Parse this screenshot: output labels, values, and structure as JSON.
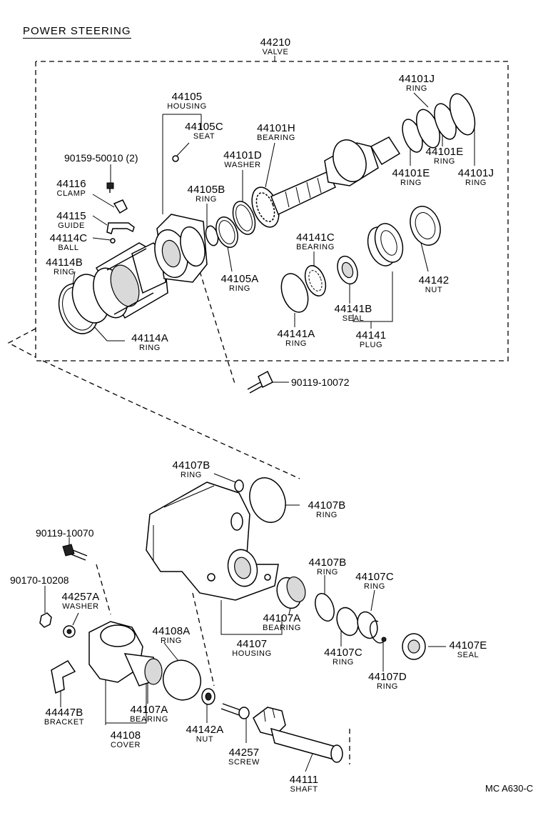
{
  "title": "POWER STEERING",
  "diagram_code": "MC  A630-C",
  "labels": {
    "valve": {
      "num": "44210",
      "name": "VALVE"
    },
    "housing_44105": {
      "num": "44105",
      "name": "HOUSING"
    },
    "seat": {
      "num": "44105C",
      "name": "SEAT"
    },
    "bearing_h": {
      "num": "44101H",
      "name": "BEARING"
    },
    "ring_j1": {
      "num": "44101J",
      "name": "RING"
    },
    "bolt_90159": {
      "num": "90159-50010 (2)"
    },
    "washer_d": {
      "num": "44101D",
      "name": "WASHER"
    },
    "ring_e1": {
      "num": "44101E",
      "name": "RING"
    },
    "ring_e2": {
      "num": "44101E",
      "name": "RING"
    },
    "ring_j2": {
      "num": "44101J",
      "name": "RING"
    },
    "clamp": {
      "num": "44116",
      "name": "CLAMP"
    },
    "ring_105b": {
      "num": "44105B",
      "name": "RING"
    },
    "guide": {
      "num": "44115",
      "name": "GUIDE"
    },
    "ball": {
      "num": "44114C",
      "name": "BALL"
    },
    "bearing_141c": {
      "num": "44141C",
      "name": "BEARING"
    },
    "ring_114b": {
      "num": "44114B",
      "name": "RING"
    },
    "ring_105a": {
      "num": "44105A",
      "name": "RING"
    },
    "nut_142": {
      "num": "44142",
      "name": "NUT"
    },
    "seal_141b": {
      "num": "44141B",
      "name": "SEAL"
    },
    "ring_114a": {
      "num": "44114A",
      "name": "RING"
    },
    "ring_141a": {
      "num": "44141A",
      "name": "RING"
    },
    "plug_141": {
      "num": "44141",
      "name": "PLUG"
    },
    "bolt_90119_10072": {
      "num": "90119-10072"
    },
    "ring_107b_top": {
      "num": "44107B",
      "name": "RING"
    },
    "ring_107b_big": {
      "num": "44107B",
      "name": "RING"
    },
    "bolt_90119_10070": {
      "num": "90119-10070"
    },
    "ring_107b_mid": {
      "num": "44107B",
      "name": "RING"
    },
    "ring_107c_r": {
      "num": "44107C",
      "name": "RING"
    },
    "nut_90170": {
      "num": "90170-10208"
    },
    "washer_257a": {
      "num": "44257A",
      "name": "WASHER"
    },
    "bearing_107a_r": {
      "num": "44107A",
      "name": "BEARING"
    },
    "housing_44107": {
      "num": "44107",
      "name": "HOUSING"
    },
    "ring_108a": {
      "num": "44108A",
      "name": "RING"
    },
    "ring_107c_l": {
      "num": "44107C",
      "name": "RING"
    },
    "seal_107e": {
      "num": "44107E",
      "name": "SEAL"
    },
    "ring_107d": {
      "num": "44107D",
      "name": "RING"
    },
    "bracket": {
      "num": "44447B",
      "name": "BRACKET"
    },
    "bearing_107a_l": {
      "num": "44107A",
      "name": "BEARING"
    },
    "nut_142a": {
      "num": "44142A",
      "name": "NUT"
    },
    "cover": {
      "num": "44108",
      "name": "COVER"
    },
    "screw": {
      "num": "44257",
      "name": "SCREW"
    },
    "shaft": {
      "num": "44111",
      "name": "SHAFT"
    }
  }
}
